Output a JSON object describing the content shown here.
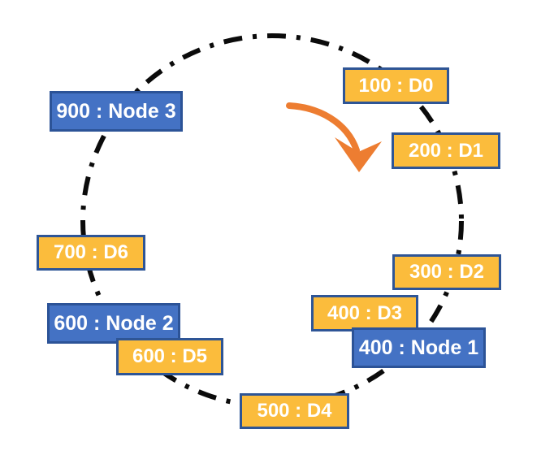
{
  "diagram": {
    "type": "consistent-hash-ring",
    "direction": "clockwise",
    "items": [
      {
        "label": "100 : D0",
        "hash": "100",
        "name": "D0",
        "kind": "data"
      },
      {
        "label": "900 : Node 3",
        "hash": "900",
        "name": "Node 3",
        "kind": "node"
      },
      {
        "label": "200 : D1",
        "hash": "200",
        "name": "D1",
        "kind": "data"
      },
      {
        "label": "700 : D6",
        "hash": "700",
        "name": "D6",
        "kind": "data"
      },
      {
        "label": "300 : D2",
        "hash": "300",
        "name": "D2",
        "kind": "data"
      },
      {
        "label": "400 : D3",
        "hash": "400",
        "name": "D3",
        "kind": "data"
      },
      {
        "label": "600 : Node 2",
        "hash": "600",
        "name": "Node 2",
        "kind": "node"
      },
      {
        "label": "400 : Node 1",
        "hash": "400",
        "name": "Node 1",
        "kind": "node"
      },
      {
        "label": "600 : D5",
        "hash": "600",
        "name": "D5",
        "kind": "data"
      },
      {
        "label": "500 : D4",
        "hash": "500",
        "name": "D4",
        "kind": "data"
      }
    ],
    "icons": [
      {
        "name": "clockwise-arrow-icon",
        "meaning": "clockwise direction"
      }
    ]
  },
  "colors": {
    "data_box_fill": "#FBBC3C",
    "node_box_fill": "#4472C4",
    "box_border": "#2E5596",
    "ring_stroke": "#0B0B0B",
    "arrow": "#ED7D31",
    "text": "#FFFFFF"
  }
}
